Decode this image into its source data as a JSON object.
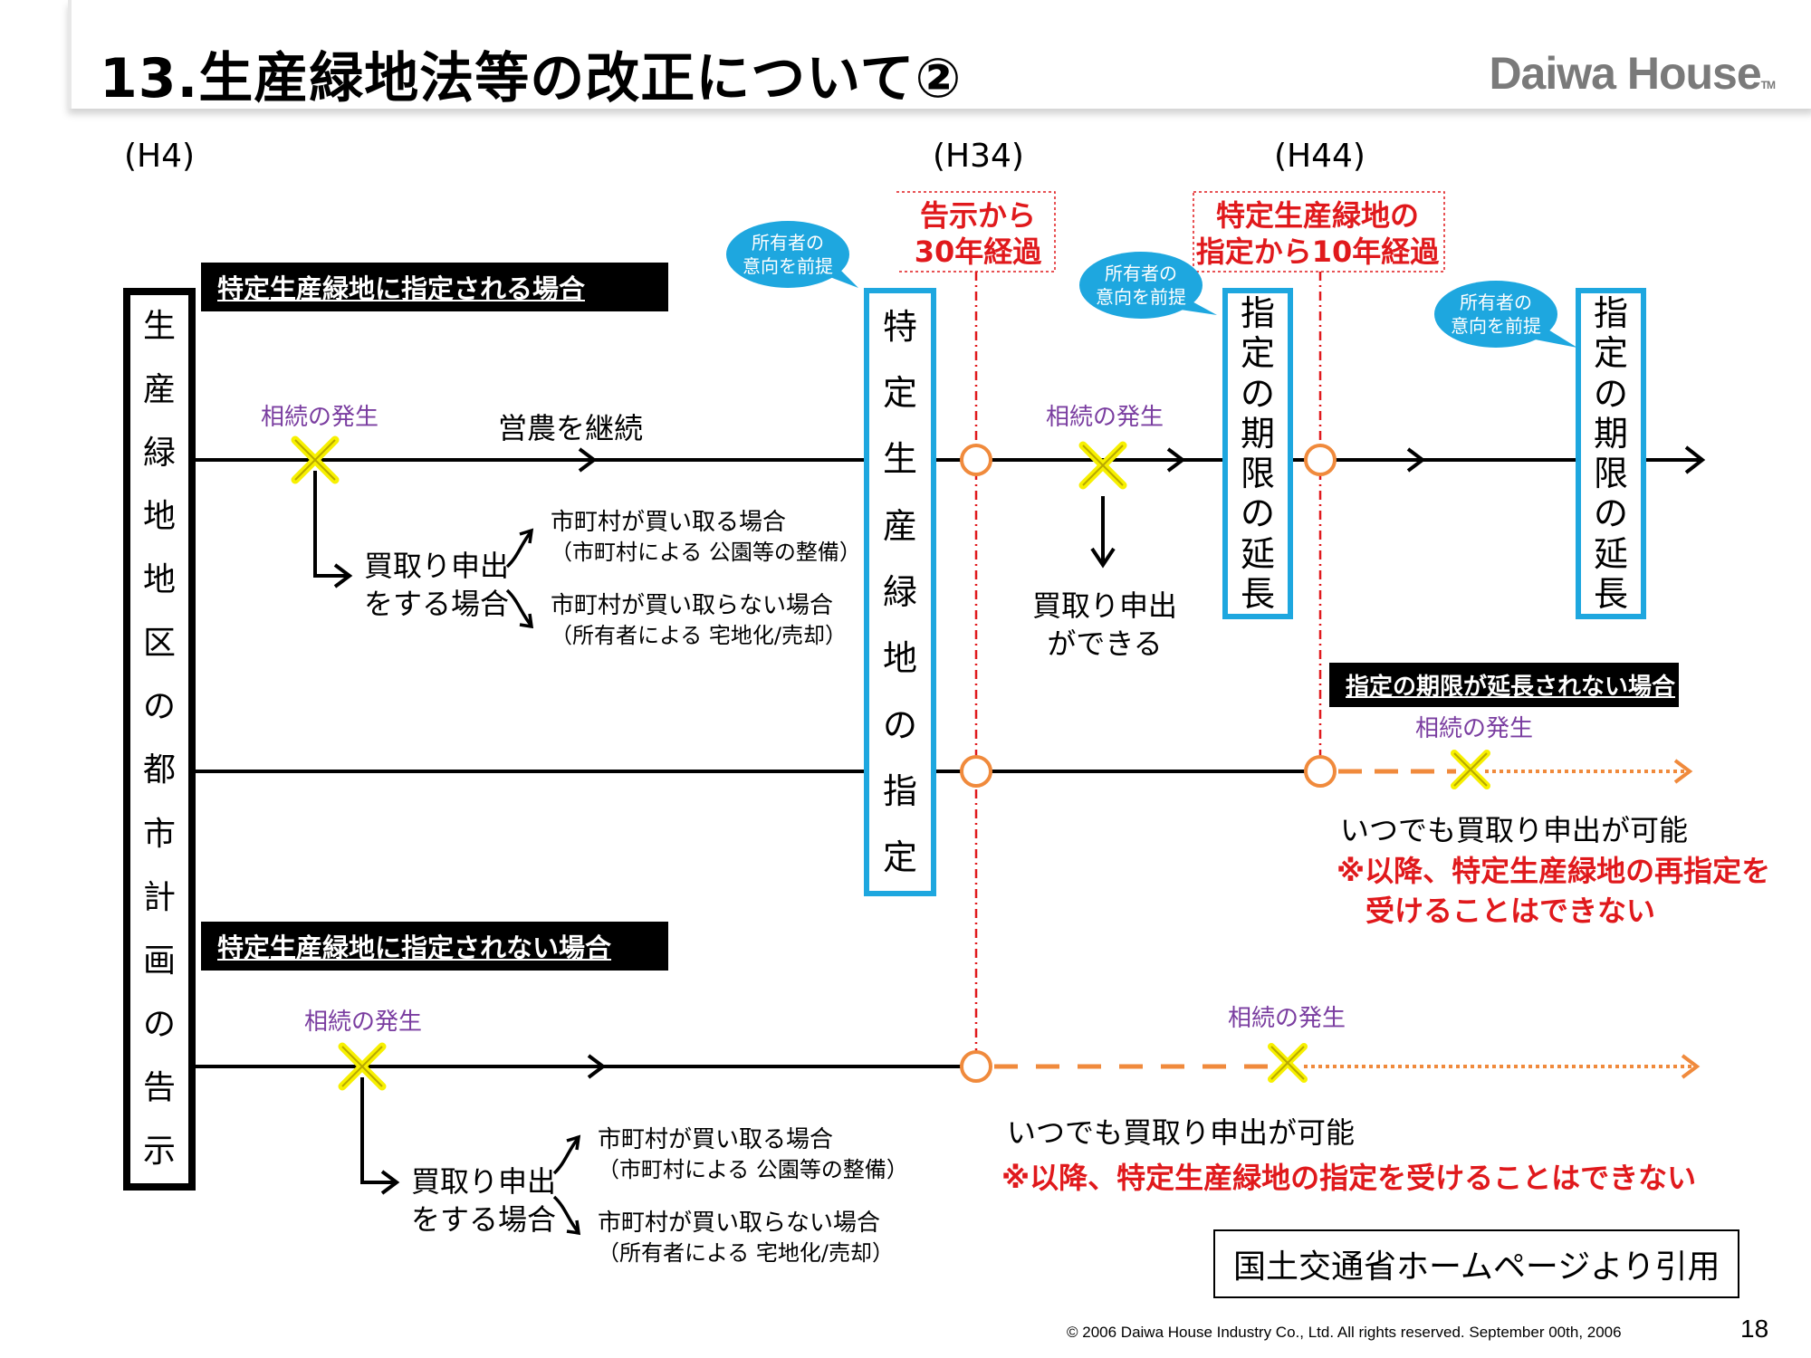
{
  "header": {
    "title": "13.生産緑地法等の改正について②",
    "logo": "Daiwa House",
    "logo_tm": "TM"
  },
  "timeline": {
    "h4": "(H4)",
    "h34": "(H34)",
    "h44": "(H44)",
    "h34_note_line1": "告示から",
    "h34_note_line2": "30年経過",
    "h44_note_line1": "特定生産緑地の",
    "h44_note_line2": "指定から10年経過"
  },
  "left_box": "生産緑地地区の都市計画の告示",
  "designation_box": "特定生産緑地の指定",
  "extension_box_1": "指定の期限の延長",
  "extension_box_2": "指定の期限の延長",
  "bubbles": [
    {
      "line1": "所有者の",
      "line2": "意向を前提"
    },
    {
      "line1": "所有者の",
      "line2": "意向を前提"
    },
    {
      "line1": "所有者の",
      "line2": "意向を前提"
    }
  ],
  "labels": {
    "designated_case": "特定生産緑地に指定される場合",
    "not_designated_case": "特定生産緑地に指定されない場合",
    "not_extended_case": "指定の期限が延長されない場合"
  },
  "upper": {
    "inheritance": "相続の発生",
    "continue_farming": "営農を継続",
    "offer_line1": "買取り申出",
    "offer_line2": "をする場合",
    "buy_case": "市町村が買い取る場合",
    "buy_case_sub": "（市町村による 公園等の整備）",
    "nobuy_case": "市町村が買い取らない場合",
    "nobuy_case_sub": "（所有者による 宅地化/売却）",
    "inheritance_2": "相続の発生",
    "can_offer_line1": "買取り申出",
    "can_offer_line2": "ができる"
  },
  "middle": {
    "inheritance": "相続の発生",
    "anytime": "いつでも買取り申出が可能",
    "note_line1": "※以降、特定生産緑地の再指定を",
    "note_line2": "受けることはできない"
  },
  "lower": {
    "inheritance": "相続の発生",
    "offer_line1": "買取り申出",
    "offer_line2": "をする場合",
    "buy_case": "市町村が買い取る場合",
    "buy_case_sub": "（市町村による 公園等の整備）",
    "nobuy_case": "市町村が買い取らない場合",
    "nobuy_case_sub": "（所有者による 宅地化/売却）",
    "inheritance_2": "相続の発生",
    "anytime": "いつでも買取り申出が可能",
    "note": "※以降、特定生産緑地の指定を受けることはできない"
  },
  "citation": "国土交通省ホームページより引用",
  "footer": {
    "copyright": "© 2006 Daiwa House Industry Co., Ltd. All rights reserved.  September 00th, 2006",
    "page": "18"
  },
  "colors": {
    "black": "#000000",
    "blue": "#1ea7df",
    "orange": "#f08a3c",
    "red": "#e0191c",
    "purple": "#7a3da0",
    "yellow": "#f7f000"
  }
}
